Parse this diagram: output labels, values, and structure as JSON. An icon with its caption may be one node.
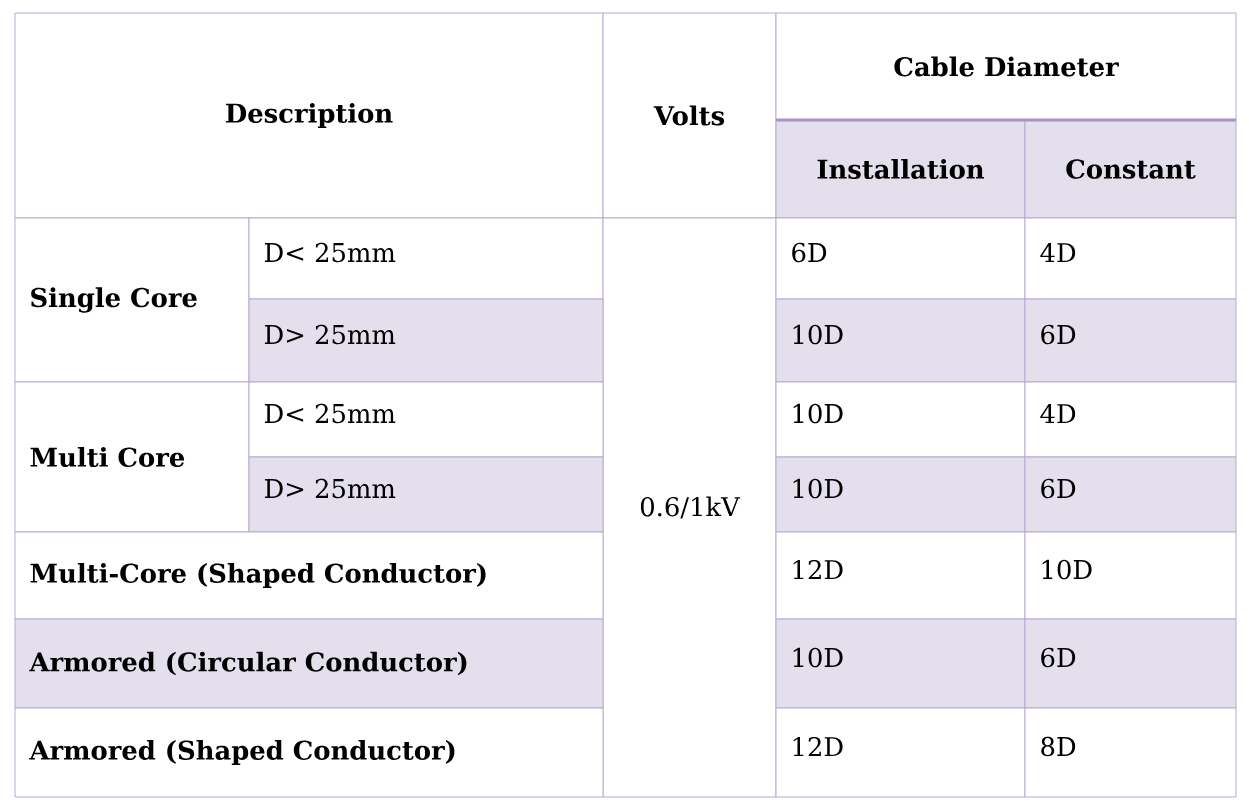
{
  "diagram": {
    "labels": [
      "Description",
      "Volts",
      "Cable Diameter",
      "Installation",
      "Constant",
      "Single Core",
      "D< 25mm",
      "0.6/1kV",
      "6D",
      "4D",
      "D> 25mm",
      "10D",
      "6D",
      "Multi Core",
      "D< 25mm",
      "10D",
      "4D",
      "D> 25mm",
      "10D",
      "6D",
      "Multi-Core (Shaped Conductor)",
      "12D",
      "10D",
      "Armored (Circular Conductor)",
      "10D",
      "6D",
      "Armored (Shaped Conductor)",
      "12D",
      "8D"
    ]
  }
}
